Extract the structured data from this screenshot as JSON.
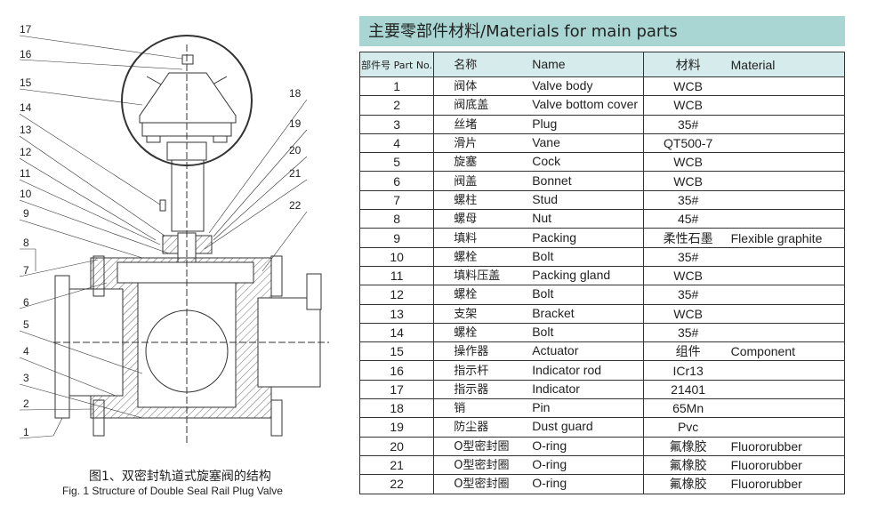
{
  "figure": {
    "labels_left": [
      "17",
      "16",
      "15",
      "14",
      "13",
      "12",
      "11",
      "10",
      "9",
      "8",
      "7",
      "6",
      "5",
      "4",
      "3",
      "2",
      "1"
    ],
    "labels_right": [
      "18",
      "19",
      "20",
      "21",
      "22"
    ],
    "caption_cn": "图1、双密封轨道式旋塞阀的结构",
    "caption_en": "Fig. 1   Structure of Double Seal Rail Plug Valve"
  },
  "table": {
    "title": "主要零部件材料/Materials for main parts",
    "header": {
      "part_no": "部件号 Part No.",
      "name_cn": "名称",
      "name_en": "Name",
      "material_cn": "材料",
      "material_en": "Material"
    },
    "rows": [
      {
        "no": "1",
        "cn": "阀体",
        "en": "Valve body",
        "m1": "WCB",
        "m2": ""
      },
      {
        "no": "2",
        "cn": "阀底盖",
        "en": "Valve bottom cover",
        "m1": "WCB",
        "m2": ""
      },
      {
        "no": "3",
        "cn": "丝堵",
        "en": "Plug",
        "m1": "35#",
        "m2": ""
      },
      {
        "no": "4",
        "cn": "滑片",
        "en": "Vane",
        "m1": "QT500-7",
        "m2": ""
      },
      {
        "no": "5",
        "cn": "旋塞",
        "en": "Cock",
        "m1": "WCB",
        "m2": ""
      },
      {
        "no": "6",
        "cn": "阀盖",
        "en": "Bonnet",
        "m1": "WCB",
        "m2": ""
      },
      {
        "no": "7",
        "cn": "螺柱",
        "en": "Stud",
        "m1": "35#",
        "m2": ""
      },
      {
        "no": "8",
        "cn": "螺母",
        "en": "Nut",
        "m1": "45#",
        "m2": ""
      },
      {
        "no": "9",
        "cn": "填料",
        "en": "Packing",
        "m1": "柔性石墨",
        "m2": "Flexible graphite"
      },
      {
        "no": "10",
        "cn": "螺栓",
        "en": "Bolt",
        "m1": "35#",
        "m2": ""
      },
      {
        "no": "11",
        "cn": "填料压盖",
        "en": "Packing gland",
        "m1": "WCB",
        "m2": ""
      },
      {
        "no": "12",
        "cn": "螺栓",
        "en": "Bolt",
        "m1": "35#",
        "m2": ""
      },
      {
        "no": "13",
        "cn": "支架",
        "en": "Bracket",
        "m1": "WCB",
        "m2": ""
      },
      {
        "no": "14",
        "cn": "螺栓",
        "en": "Bolt",
        "m1": "35#",
        "m2": ""
      },
      {
        "no": "15",
        "cn": "操作器",
        "en": "Actuator",
        "m1": "组件",
        "m2": "Component"
      },
      {
        "no": "16",
        "cn": "指示杆",
        "en": "Indicator rod",
        "m1": "ICr13",
        "m2": ""
      },
      {
        "no": "17",
        "cn": "指示器",
        "en": "Indicator",
        "m1": "21401",
        "m2": ""
      },
      {
        "no": "18",
        "cn": "销",
        "en": "Pin",
        "m1": "65Mn",
        "m2": ""
      },
      {
        "no": "19",
        "cn": "防尘器",
        "en": "Dust guard",
        "m1": "Pvc",
        "m2": ""
      },
      {
        "no": "20",
        "cn": "O型密封圈",
        "en": "O-ring",
        "m1": "氟橡胶",
        "m2": "Fluororubber"
      },
      {
        "no": "21",
        "cn": "O型密封圈",
        "en": "O-ring",
        "m1": "氟橡胶",
        "m2": "Fluororubber"
      },
      {
        "no": "22",
        "cn": "O型密封圈",
        "en": "O-ring",
        "m1": "氟橡胶",
        "m2": "Fluororubber"
      }
    ]
  }
}
